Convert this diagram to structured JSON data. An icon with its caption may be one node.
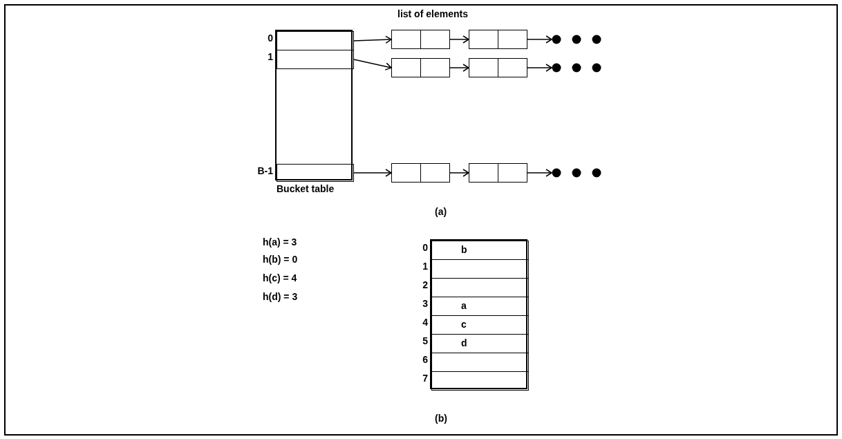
{
  "diagram": {
    "nodes": [
      {
        "text": [
          "Bucket table"
        ]
      },
      {
        "text": [],
        "shape": "box",
        "in": 0,
        "beside": [
          "0"
        ]
      },
      {
        "text": [],
        "shape": "box",
        "in": 0,
        "beside": [
          "1"
        ]
      },
      {
        "text": [],
        "shape": "box",
        "in": 0,
        "beside": [
          "B-1"
        ]
      },
      {
        "text": [],
        "shape": "box"
      },
      {
        "text": [],
        "shape": "box"
      },
      {
        "text": [],
        "shape": "circle"
      },
      {
        "text": [],
        "shape": "box"
      },
      {
        "text": [],
        "shape": "box"
      },
      {
        "text": [],
        "shape": "circle"
      },
      {
        "text": [],
        "shape": "box"
      },
      {
        "text": [],
        "shape": "box"
      },
      {
        "text": [],
        "shape": "circle"
      },
      {
        "text": [],
        "shape": "box"
      },
      {
        "text": [
          "b"
        ],
        "in": 13,
        "beside": [
          "0"
        ]
      },
      {
        "text": [],
        "shape": "box",
        "in": 13,
        "beside": [
          "1"
        ]
      },
      {
        "text": [],
        "shape": "box",
        "in": 13,
        "beside": [
          "2"
        ]
      },
      {
        "text": [
          "a"
        ],
        "in": 13,
        "beside": [
          "3"
        ]
      },
      {
        "text": [
          "c"
        ],
        "in": 13,
        "beside": [
          "4"
        ]
      },
      {
        "text": [
          "d"
        ],
        "in": 13,
        "beside": [
          "5"
        ]
      },
      {
        "text": [],
        "shape": "box",
        "in": 13,
        "beside": [
          "6"
        ]
      },
      {
        "text": [],
        "shape": "box",
        "in": 13,
        "beside": [
          "7"
        ]
      }
    ],
    "edges": [
      {
        "from": 1,
        "to": 4,
        "arrow": "to"
      },
      {
        "from": 4,
        "to": 5,
        "arrow": "to"
      },
      {
        "from": 5,
        "to": 6,
        "arrow": "to"
      },
      {
        "from": 2,
        "to": 7,
        "arrow": "to"
      },
      {
        "from": 7,
        "to": 8,
        "arrow": "to"
      },
      {
        "from": 8,
        "to": 9,
        "arrow": "to"
      },
      {
        "from": 3,
        "to": 10,
        "arrow": "to"
      },
      {
        "from": 10,
        "to": 11,
        "arrow": "to"
      },
      {
        "from": 11,
        "to": 12,
        "arrow": "to"
      }
    ],
    "labels": [
      "list of elements",
      "(a)",
      "h(a) = 3",
      "h(b) = 0",
      "h(c) = 4",
      "h(d) = 3",
      "(b)"
    ]
  }
}
